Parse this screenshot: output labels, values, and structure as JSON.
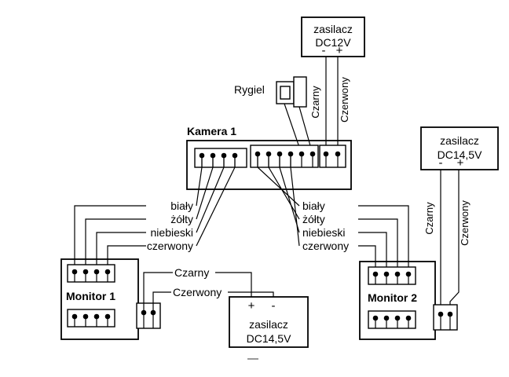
{
  "diagram": {
    "camera": {
      "label": "Kamera 1"
    },
    "rygiel": {
      "label": "Rygiel"
    },
    "psu_dc12": {
      "name_line1": "zasilacz",
      "name_line2": "DC12V",
      "terminal_minus": "-",
      "terminal_plus": "+",
      "wire_black_label": "Czarny",
      "wire_red_label": "Czerwony"
    },
    "psu_dc145_right": {
      "name_line1": "zasilacz",
      "name_line2": "DC14,5V",
      "terminal_minus": "-",
      "terminal_plus": "+",
      "wire_black_label": "Czarny",
      "wire_red_label": "Czerwony"
    },
    "psu_dc145_bottom": {
      "name_line1": "zasilacz",
      "name_line2": "DC14,5V",
      "terminal_plus": "+",
      "terminal_minus": "-",
      "wire_black_label": "Czarny",
      "wire_red_label": "Czerwony"
    },
    "monitor1": {
      "label": "Monitor 1"
    },
    "monitor2": {
      "label": "Monitor 2"
    },
    "left_wire_labels": [
      "biały",
      "żółty",
      "niebieski",
      "czerwony"
    ],
    "right_wire_labels": [
      "biały",
      "żółty",
      "niebieski",
      "czerwony"
    ]
  }
}
